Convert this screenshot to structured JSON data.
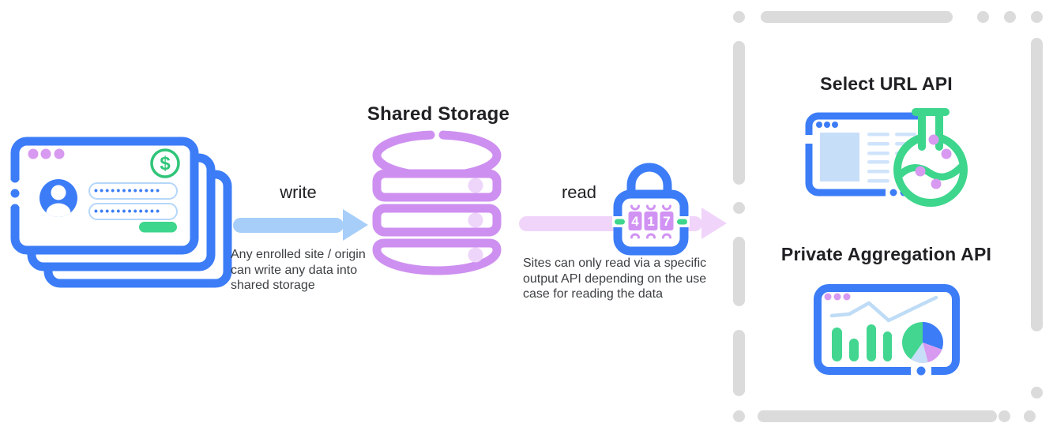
{
  "flow": {
    "write_label": "write",
    "write_note": "Any enrolled site / origin can write any data into shared storage",
    "read_label": "read",
    "read_note": "Sites can only read via a specific output API depending on the use case for reading the data"
  },
  "storage": {
    "title": "Shared Storage"
  },
  "output_apis": {
    "select_url_title": "Select URL API",
    "private_aggregation_title": "Private Aggregation API"
  },
  "login_card": {
    "password_value": "••••••••••••",
    "dollar_symbol": "$"
  },
  "lock": {
    "digits": [
      "4",
      "1",
      "7"
    ]
  },
  "colors": {
    "blue": "#3c7df7",
    "purple": "#ce90f0",
    "light_purple": "#d79af0",
    "green": "#3dd68c",
    "write_arrow_blue": "#a6cef9",
    "read_arrow_pink": "#f0d4fa",
    "dash_gray": "#dbdbdb",
    "title_text": "#202124",
    "body_text": "#3c4043"
  }
}
